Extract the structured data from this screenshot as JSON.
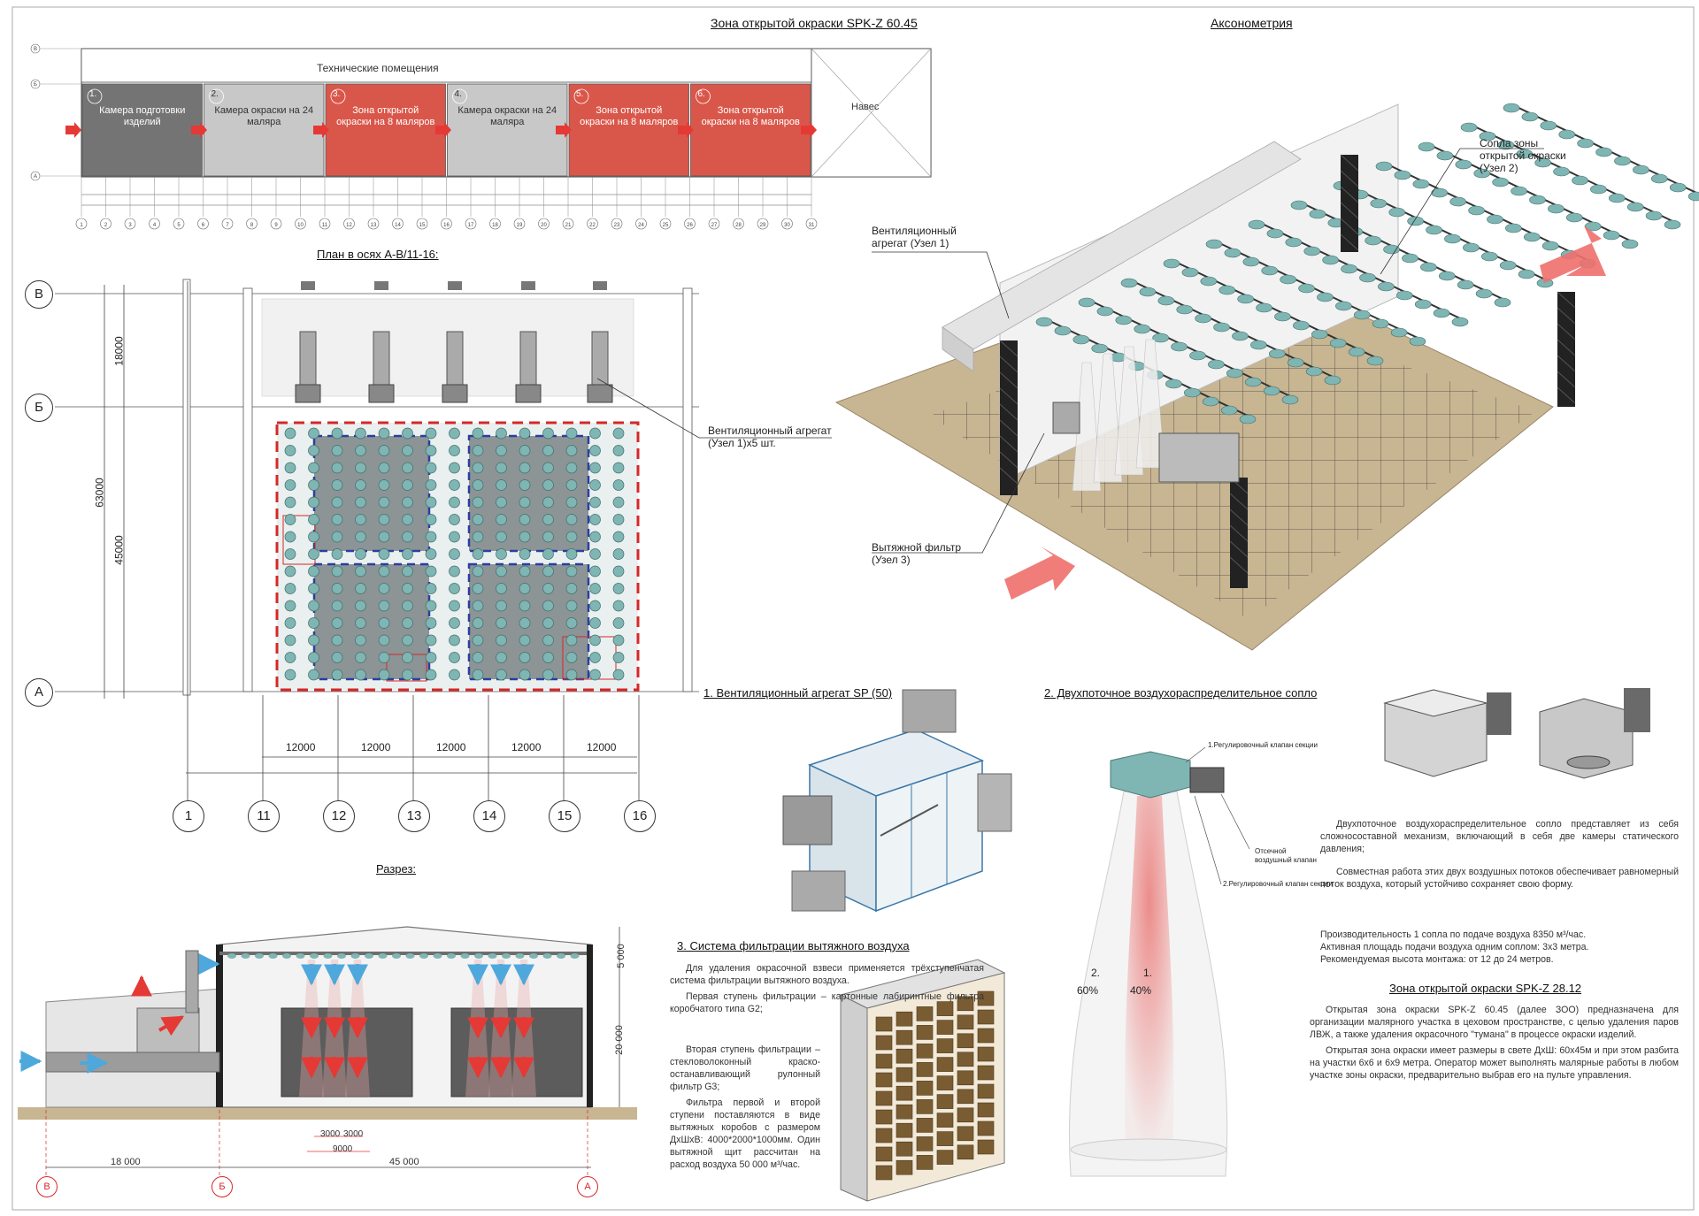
{
  "titles": {
    "main": "Зона открытой окраски SPK-Z 60.45",
    "axonometry": "Аксонометрия",
    "plan": "План в осях А-В/11-16:",
    "section": "Разрез:",
    "unit1": "1. Вентиляционный агрегат SP (50)",
    "unit2": "2. Двухпоточное воздухораспределительное сопло",
    "unit3": "3. Система фильтрации вытяжного воздуха",
    "zone2812": "Зона открытой окраски SPK-Z 28.12"
  },
  "strip": {
    "tech_rooms": "Технические помещения",
    "canopy": "Навес",
    "cells": [
      {
        "num": "1.",
        "label": "Камера подготовки изделий",
        "color": "#747474"
      },
      {
        "num": "2.",
        "label": "Камера окраски на 24 маляра",
        "color": "#c8c8c8"
      },
      {
        "num": "3.",
        "label": "Зона открытой окраски на 8 маляров",
        "color": "#d9574a"
      },
      {
        "num": "4.",
        "label": "Камера окраски на 24 маляра",
        "color": "#c8c8c8"
      },
      {
        "num": "5.",
        "label": "Зона открытой окраски на 8 маляров",
        "color": "#d9574a"
      },
      {
        "num": "6.",
        "label": "Зона открытой окраски на 8 маляров",
        "color": "#d9574a"
      }
    ],
    "axis_numbers": [
      "1",
      "2",
      "3",
      "4",
      "5",
      "6",
      "7",
      "8",
      "9",
      "10",
      "11",
      "12",
      "13",
      "14",
      "15",
      "16",
      "17",
      "18",
      "19",
      "20",
      "21",
      "22",
      "23",
      "24",
      "25",
      "26",
      "27",
      "28",
      "29",
      "30",
      "31"
    ],
    "row_letters": [
      "В",
      "Б",
      "А"
    ]
  },
  "plan": {
    "row_labels": [
      "В",
      "Б",
      "А"
    ],
    "col_labels": [
      "1",
      "11",
      "12",
      "13",
      "14",
      "15",
      "16"
    ],
    "dims_vertical": [
      "18000",
      "63000",
      "45000"
    ],
    "dims_horizontal": [
      "12000",
      "12000",
      "12000",
      "12000",
      "12000"
    ],
    "callout": "Вентиляционный агрегат (Узел 1)х5 шт."
  },
  "axon": {
    "callout_vent": "Вентиляционный агрегат (Узел 1)",
    "callout_nozzles": "Сопла зоны открытой окраски (Узел 2)",
    "callout_filter": "Вытяжной фильтр (Узел 3)"
  },
  "section": {
    "dims": [
      "18 000",
      "45 000",
      "5 000",
      "20 000",
      "3000",
      "3000",
      "9000"
    ],
    "axes": [
      "В",
      "Б",
      "А"
    ]
  },
  "nozzle": {
    "label1": "1.Регулировочный клапан секции",
    "label2": "Отсечной воздушный клапан",
    "label3": "2.Регулировочный клапан секции",
    "flow2_num": "2.",
    "flow2_pct": "60%",
    "flow1_num": "1.",
    "flow1_pct": "40%"
  },
  "texts": {
    "filtration_p1": "Для удаления окрасочной взвеси применяется трёхступенчатая система фильтрации вытяжного воздуха.",
    "filtration_p2": "Первая ступень фильтрации – картонные лабиринтные фильтра коробчатого типа G2;",
    "filtration_p3": "Вторая ступень фильтрации – стекловолоконный краско-останавливающий рулонный фильтр G3;",
    "filtration_p4": "Фильтра первой и второй ступени поставляются в виде вытяжных коробов с размером ДхШхВ: 4000*2000*1000мм. Один вытяжной щит рассчитан на расход воздуха 50 000 м³/час.",
    "nozzle_p1": "Двухпоточное воздухораспределительное сопло представляет из себя сложносоставной механизм, включающий в себя две камеры статического давления;",
    "nozzle_p2": "Совместная работа этих двух воздушных потоков обеспечивает равномерный поток воздуха, который устойчиво сохраняет свою форму.",
    "nozzle_spec1": "Производительность 1 сопла по подаче воздуха 8350 м³/час.",
    "nozzle_spec2": "Активная площадь подачи воздуха одним соплом: 3х3 метра.",
    "nozzle_spec3": "Рекомендуемая высота монтажа: от 12 до 24 метров.",
    "zone_p1": "Открытая зона окраски SPK-Z 60.45 (далее ЗОО) предназначена для организации малярного участка в цеховом пространстве, с целью удаления паров ЛВЖ, а также удаления окрасочного \"тумана\" в процессе окраски изделий.",
    "zone_p2": "Открытая зона окраски имеет размеры в свете ДхШ: 60х45м и при этом разбита на участки 6х6 и 6х9 метра. Оператор может выполнять малярные работы в любом участке зоны окраски, предварительно выбрав его на пульте управления."
  },
  "colors": {
    "red_zone": "#d9574a",
    "arrow_red": "#e53935",
    "arrow_blue": "#4fa8dc",
    "nozzle_teal": "#7fb5b2",
    "floor_tan": "#c8b592",
    "steel_dark": "#222222",
    "grey_room": "#c8c8c8",
    "dark_room": "#747474"
  }
}
